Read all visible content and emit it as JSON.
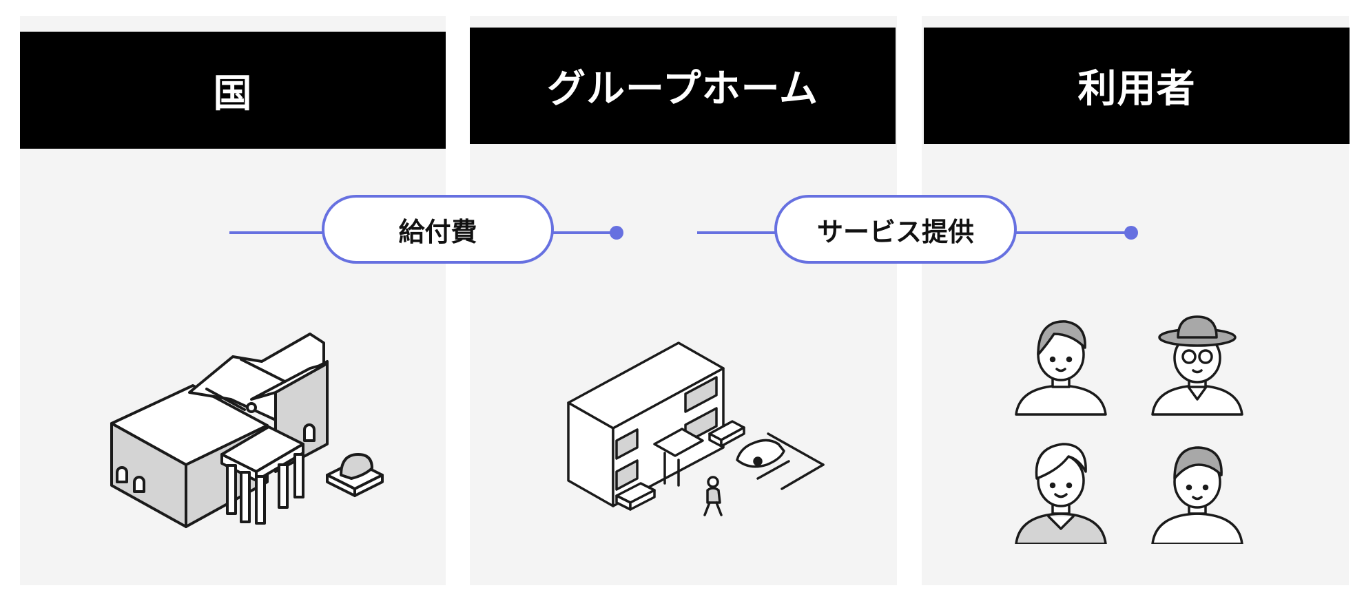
{
  "colors": {
    "accent": "#6670e0",
    "header_bg": "#000000",
    "panel_bg": "#f4f4f4"
  },
  "columns": [
    {
      "header": "国",
      "illustration": "government-building-icon"
    },
    {
      "header": "グループホーム",
      "illustration": "group-home-building-icon"
    },
    {
      "header": "利用者",
      "illustration": "users-icon"
    }
  ],
  "flows": [
    {
      "label": "給付費"
    },
    {
      "label": "サービス提供"
    }
  ]
}
